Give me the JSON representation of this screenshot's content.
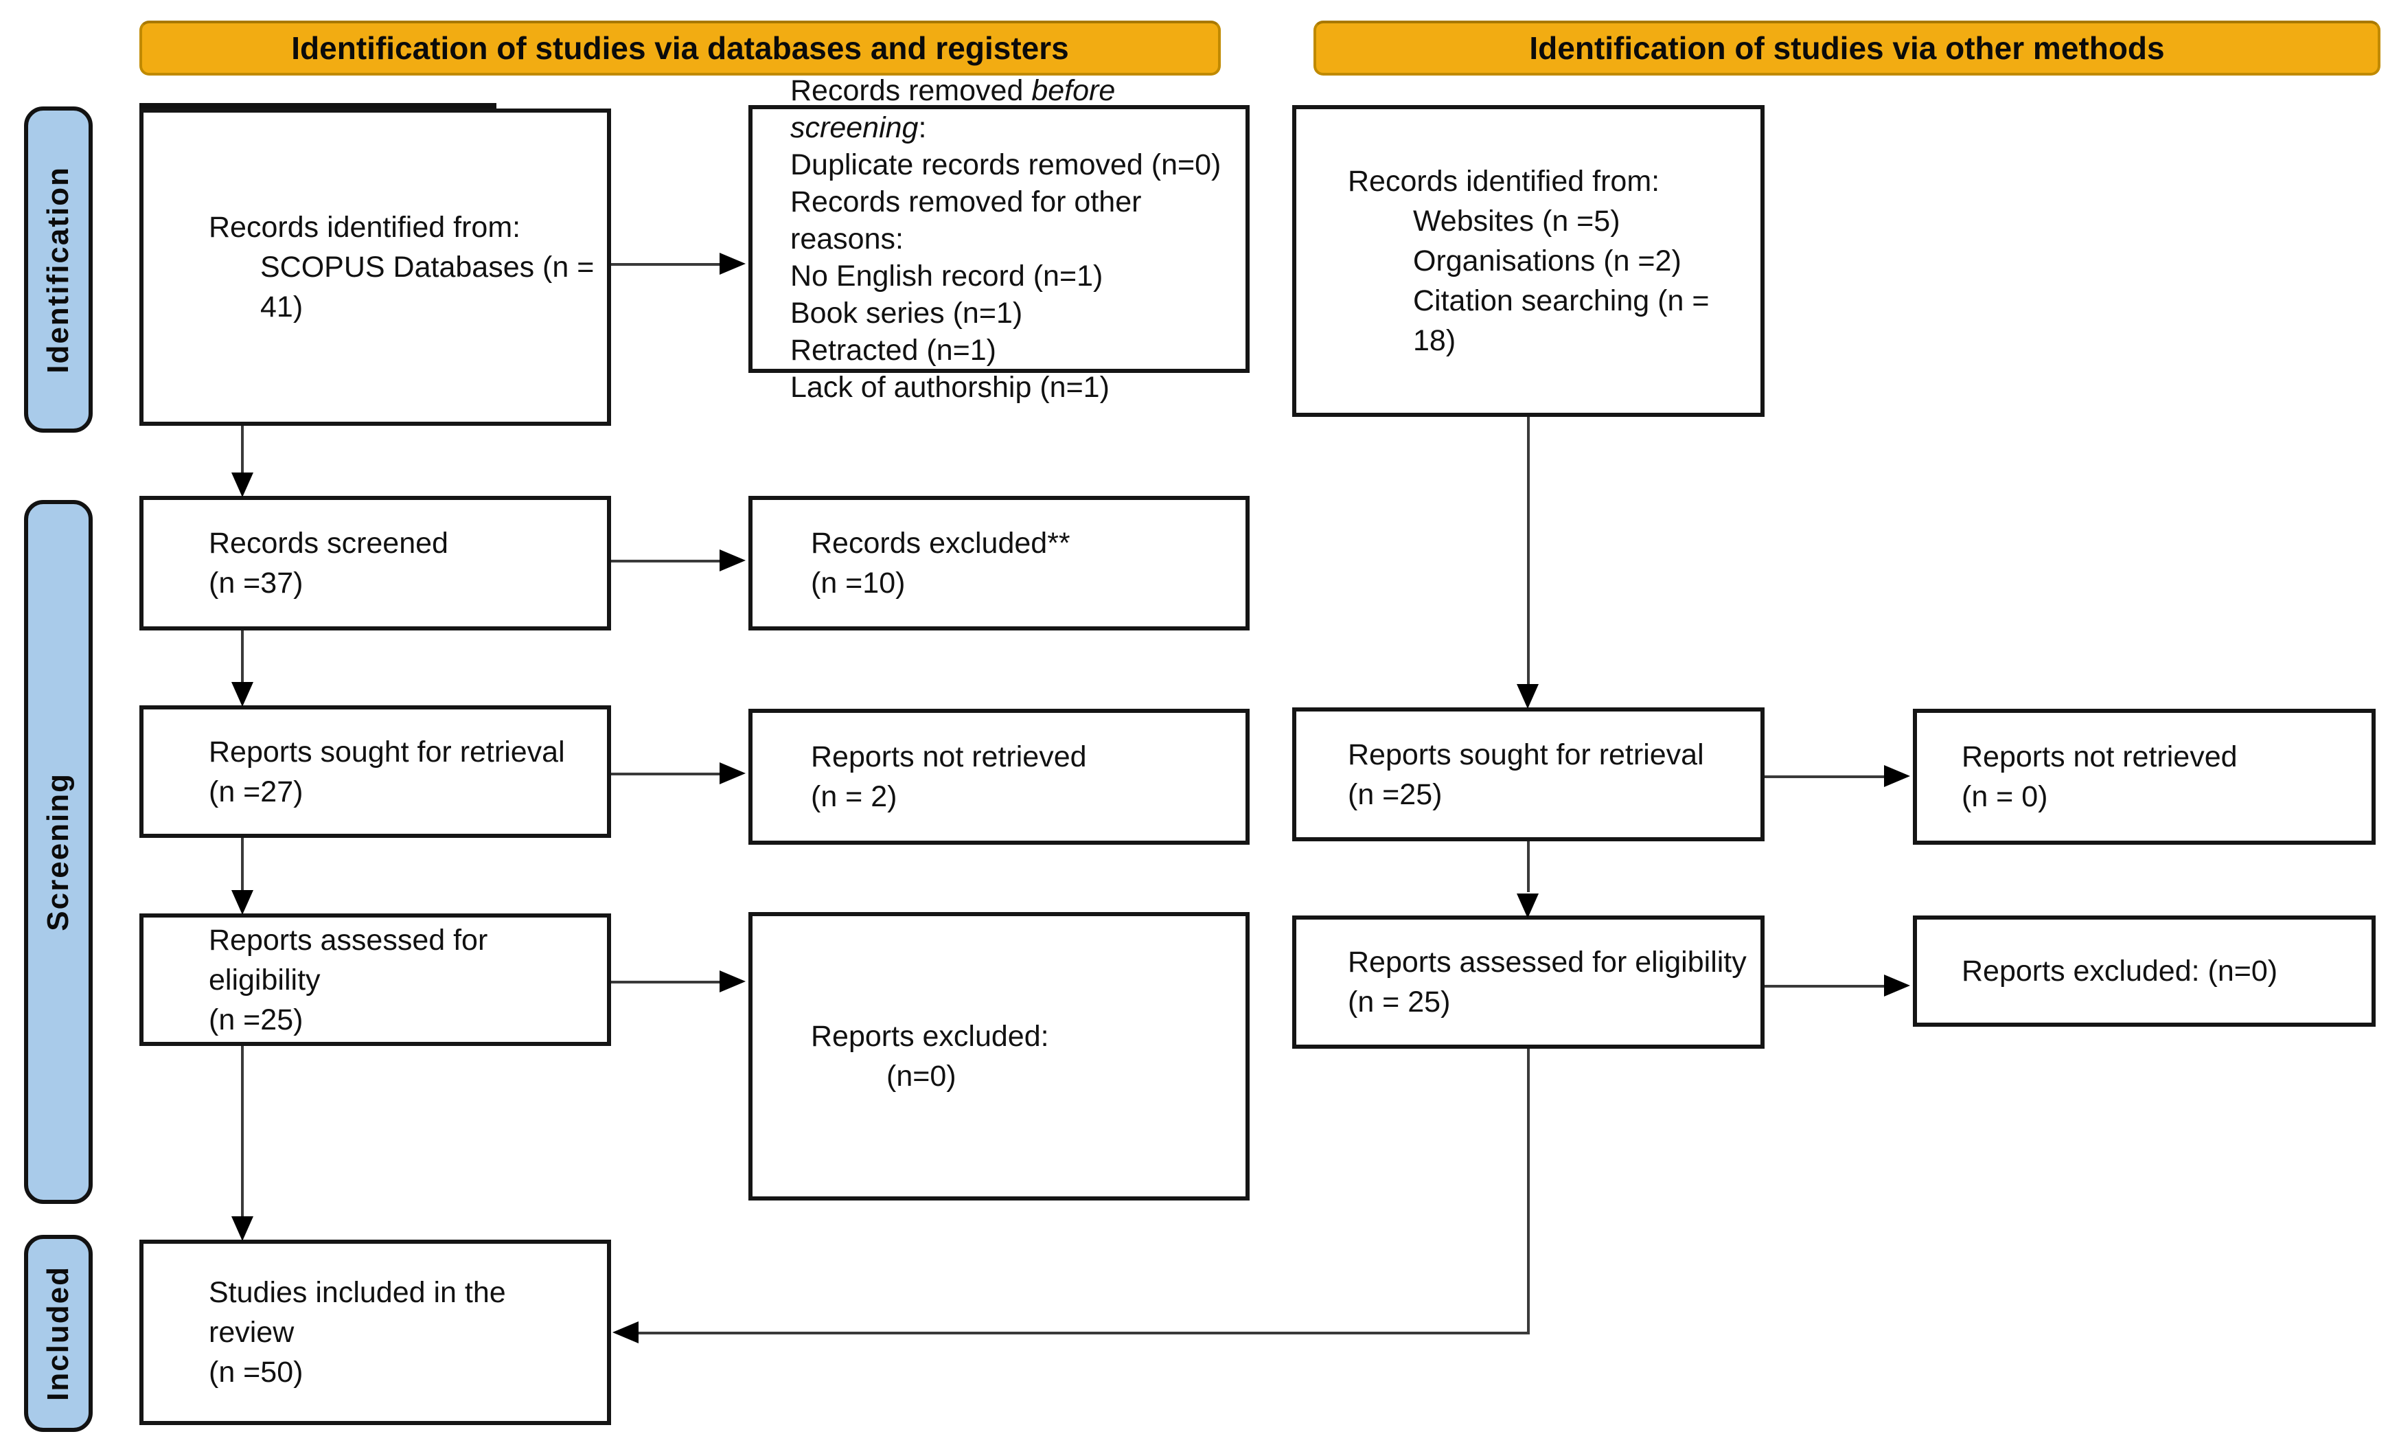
{
  "banners": {
    "left": "Identification of studies via databases and registers",
    "right": "Identification of studies via other methods"
  },
  "sidebar": {
    "stages": [
      {
        "label": "Identification"
      },
      {
        "label": "Screening"
      },
      {
        "label": "Included"
      }
    ]
  },
  "colors": {
    "banner_fill": "#F2AC12",
    "sidebar_fill": "#A9CBEA",
    "box_border": "#151515",
    "connector": "#3a3a3a"
  },
  "boxes": {
    "records_identified_db": {
      "line1": "Records identified from:",
      "line2": "SCOPUS Databases (n = 41)"
    },
    "records_removed": {
      "title_prefix": "Records removed ",
      "title_italic": "before screening",
      "title_suffix": ":",
      "lines": [
        "Duplicate records removed (n=0)",
        "Records removed for other reasons:",
        "No English record (n=1)",
        "Book series (n=1)",
        "Retracted (n=1)",
        "Lack of authorship (n=1)"
      ]
    },
    "records_identified_other": {
      "line1": "Records identified from:",
      "items": [
        "Websites (n =5)",
        "Organisations (n =2)",
        "Citation searching (n = 18)"
      ]
    },
    "records_screened": {
      "line1": "Records screened",
      "line2": "(n =37)"
    },
    "records_excluded": {
      "line1": "Records excluded**",
      "line2": "(n =10)"
    },
    "reports_sought_db": {
      "line1": "Reports sought for retrieval",
      "line2": "(n =27)"
    },
    "reports_not_retrieved_db": {
      "line1": "Reports not retrieved",
      "line2": "(n = 2)"
    },
    "reports_sought_other": {
      "line1": "Reports sought for retrieval",
      "line2": "(n =25)"
    },
    "reports_not_retrieved_other": {
      "line1": "Reports not retrieved",
      "line2": "(n = 0)"
    },
    "reports_assessed_db": {
      "line1": "Reports assessed for eligibility",
      "line2": "(n =25)"
    },
    "reports_excluded_db": {
      "line1": "Reports excluded:",
      "line2": "(n=0)"
    },
    "reports_assessed_other": {
      "line1": "Reports assessed for eligibility",
      "line2": "(n = 25)"
    },
    "reports_excluded_other": {
      "line1": "Reports excluded: (n=0)"
    },
    "studies_included": {
      "line1": "Studies included in the review",
      "line2": "(n =50)"
    }
  }
}
